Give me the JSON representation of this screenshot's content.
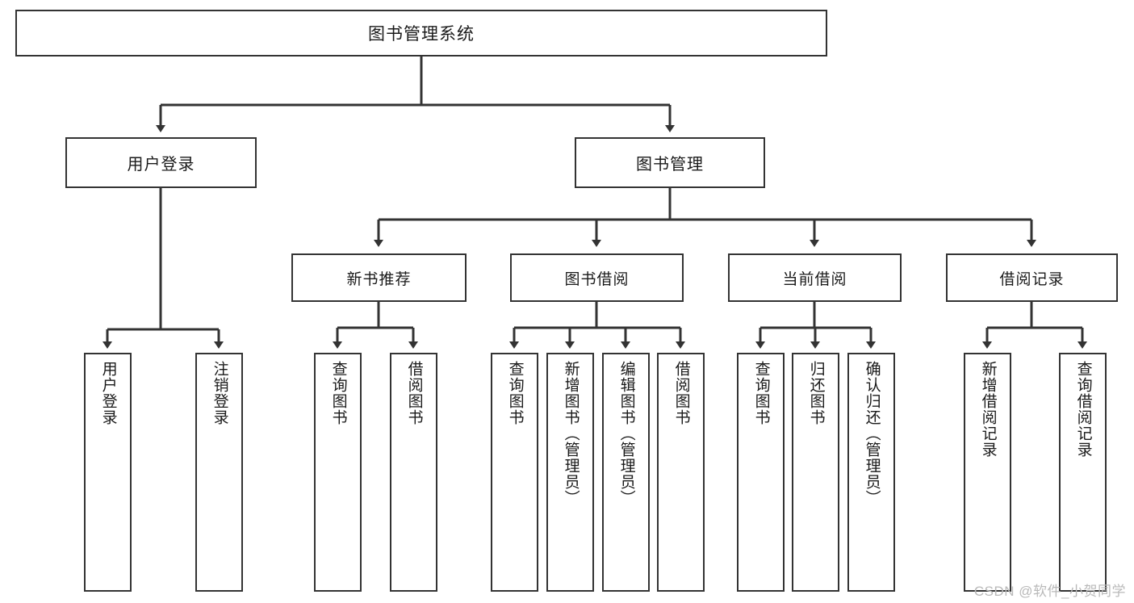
{
  "diagram": {
    "title": "图书管理系统",
    "type": "tree",
    "watermark": "CSDN @软件_小贺同学",
    "root": {
      "label": "图书管理系统"
    },
    "level1": [
      {
        "label": "用户登录"
      },
      {
        "label": "图书管理"
      }
    ],
    "level2": [
      {
        "label": "新书推荐"
      },
      {
        "label": "图书借阅"
      },
      {
        "label": "当前借阅"
      },
      {
        "label": "借阅记录"
      }
    ],
    "leaves": {
      "user_login": [
        {
          "label": "用户登录"
        },
        {
          "label": "注销登录"
        }
      ],
      "new_book_recommend": [
        {
          "label": "查询图书"
        },
        {
          "label": "借阅图书"
        }
      ],
      "book_borrow": [
        {
          "label": "查询图书"
        },
        {
          "label": "新增图书（管理员）"
        },
        {
          "label": "编辑图书（管理员）"
        },
        {
          "label": "借阅图书"
        }
      ],
      "current_borrow": [
        {
          "label": "查询图书"
        },
        {
          "label": "归还图书"
        },
        {
          "label": "确认归还（管理员）"
        }
      ],
      "borrow_record": [
        {
          "label": "新增借阅记录"
        },
        {
          "label": "查询借阅记录"
        }
      ]
    }
  },
  "colors": {
    "stroke": "#333333",
    "fill": "#ffffff",
    "text": "#1a1a1a",
    "watermark": "#b9b9b9"
  }
}
